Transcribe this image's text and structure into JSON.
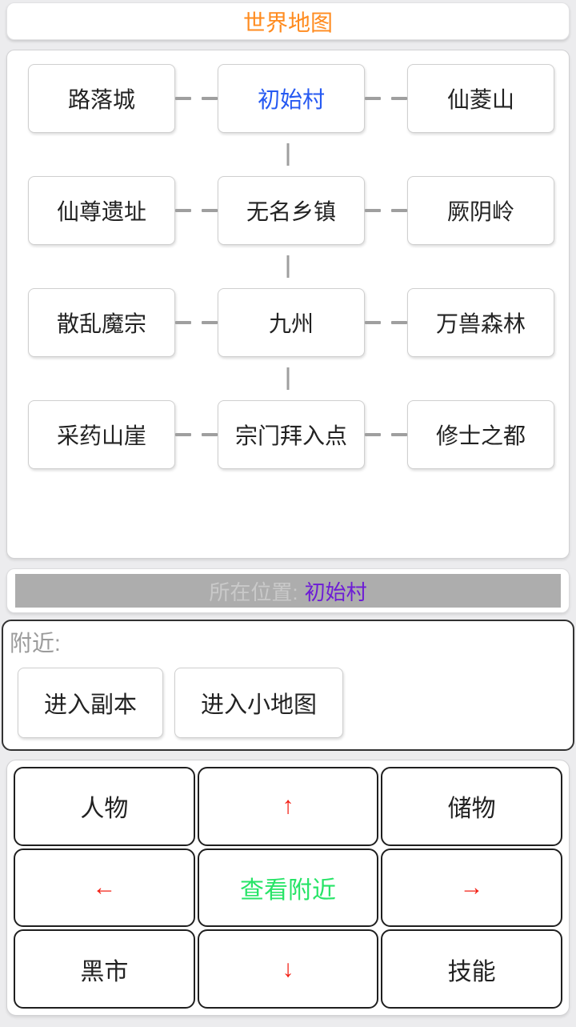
{
  "colors": {
    "title_orange": "#ff8b1f",
    "active_location_blue": "#2659f2",
    "status_location_purple": "#6d1cd6",
    "status_bar_gray": "#adadad",
    "arrow_red": "#f32116",
    "action_green": "#27e467",
    "connector_gray": "#9f9f9f"
  },
  "header": {
    "title": "世界地图"
  },
  "map": {
    "rows": [
      {
        "cells": [
          {
            "label": "路落城"
          },
          {
            "label": "初始村",
            "active": true
          },
          {
            "label": "仙菱山"
          }
        ]
      },
      {
        "cells": [
          {
            "label": "仙尊遗址"
          },
          {
            "label": "无名乡镇"
          },
          {
            "label": "厥阴岭"
          }
        ]
      },
      {
        "cells": [
          {
            "label": "散乱魔宗"
          },
          {
            "label": "九州"
          },
          {
            "label": "万兽森林"
          }
        ]
      },
      {
        "cells": [
          {
            "label": "采药山崖"
          },
          {
            "label": "宗门拜入点"
          },
          {
            "label": "修士之都"
          }
        ]
      }
    ]
  },
  "status": {
    "prefix": "所在位置:",
    "location": "初始村"
  },
  "nearby": {
    "label": "附近:",
    "buttons": [
      {
        "label": "进入副本"
      },
      {
        "label": "进入小地图"
      }
    ]
  },
  "controls": {
    "buttons": [
      {
        "label": "人物",
        "type": "menu"
      },
      {
        "label": "↑",
        "type": "arrow"
      },
      {
        "label": "储物",
        "type": "menu"
      },
      {
        "label": "←",
        "type": "arrow"
      },
      {
        "label": "查看附近",
        "type": "action"
      },
      {
        "label": "→",
        "type": "arrow"
      },
      {
        "label": "黑市",
        "type": "menu"
      },
      {
        "label": "↓",
        "type": "arrow"
      },
      {
        "label": "技能",
        "type": "menu"
      }
    ]
  }
}
